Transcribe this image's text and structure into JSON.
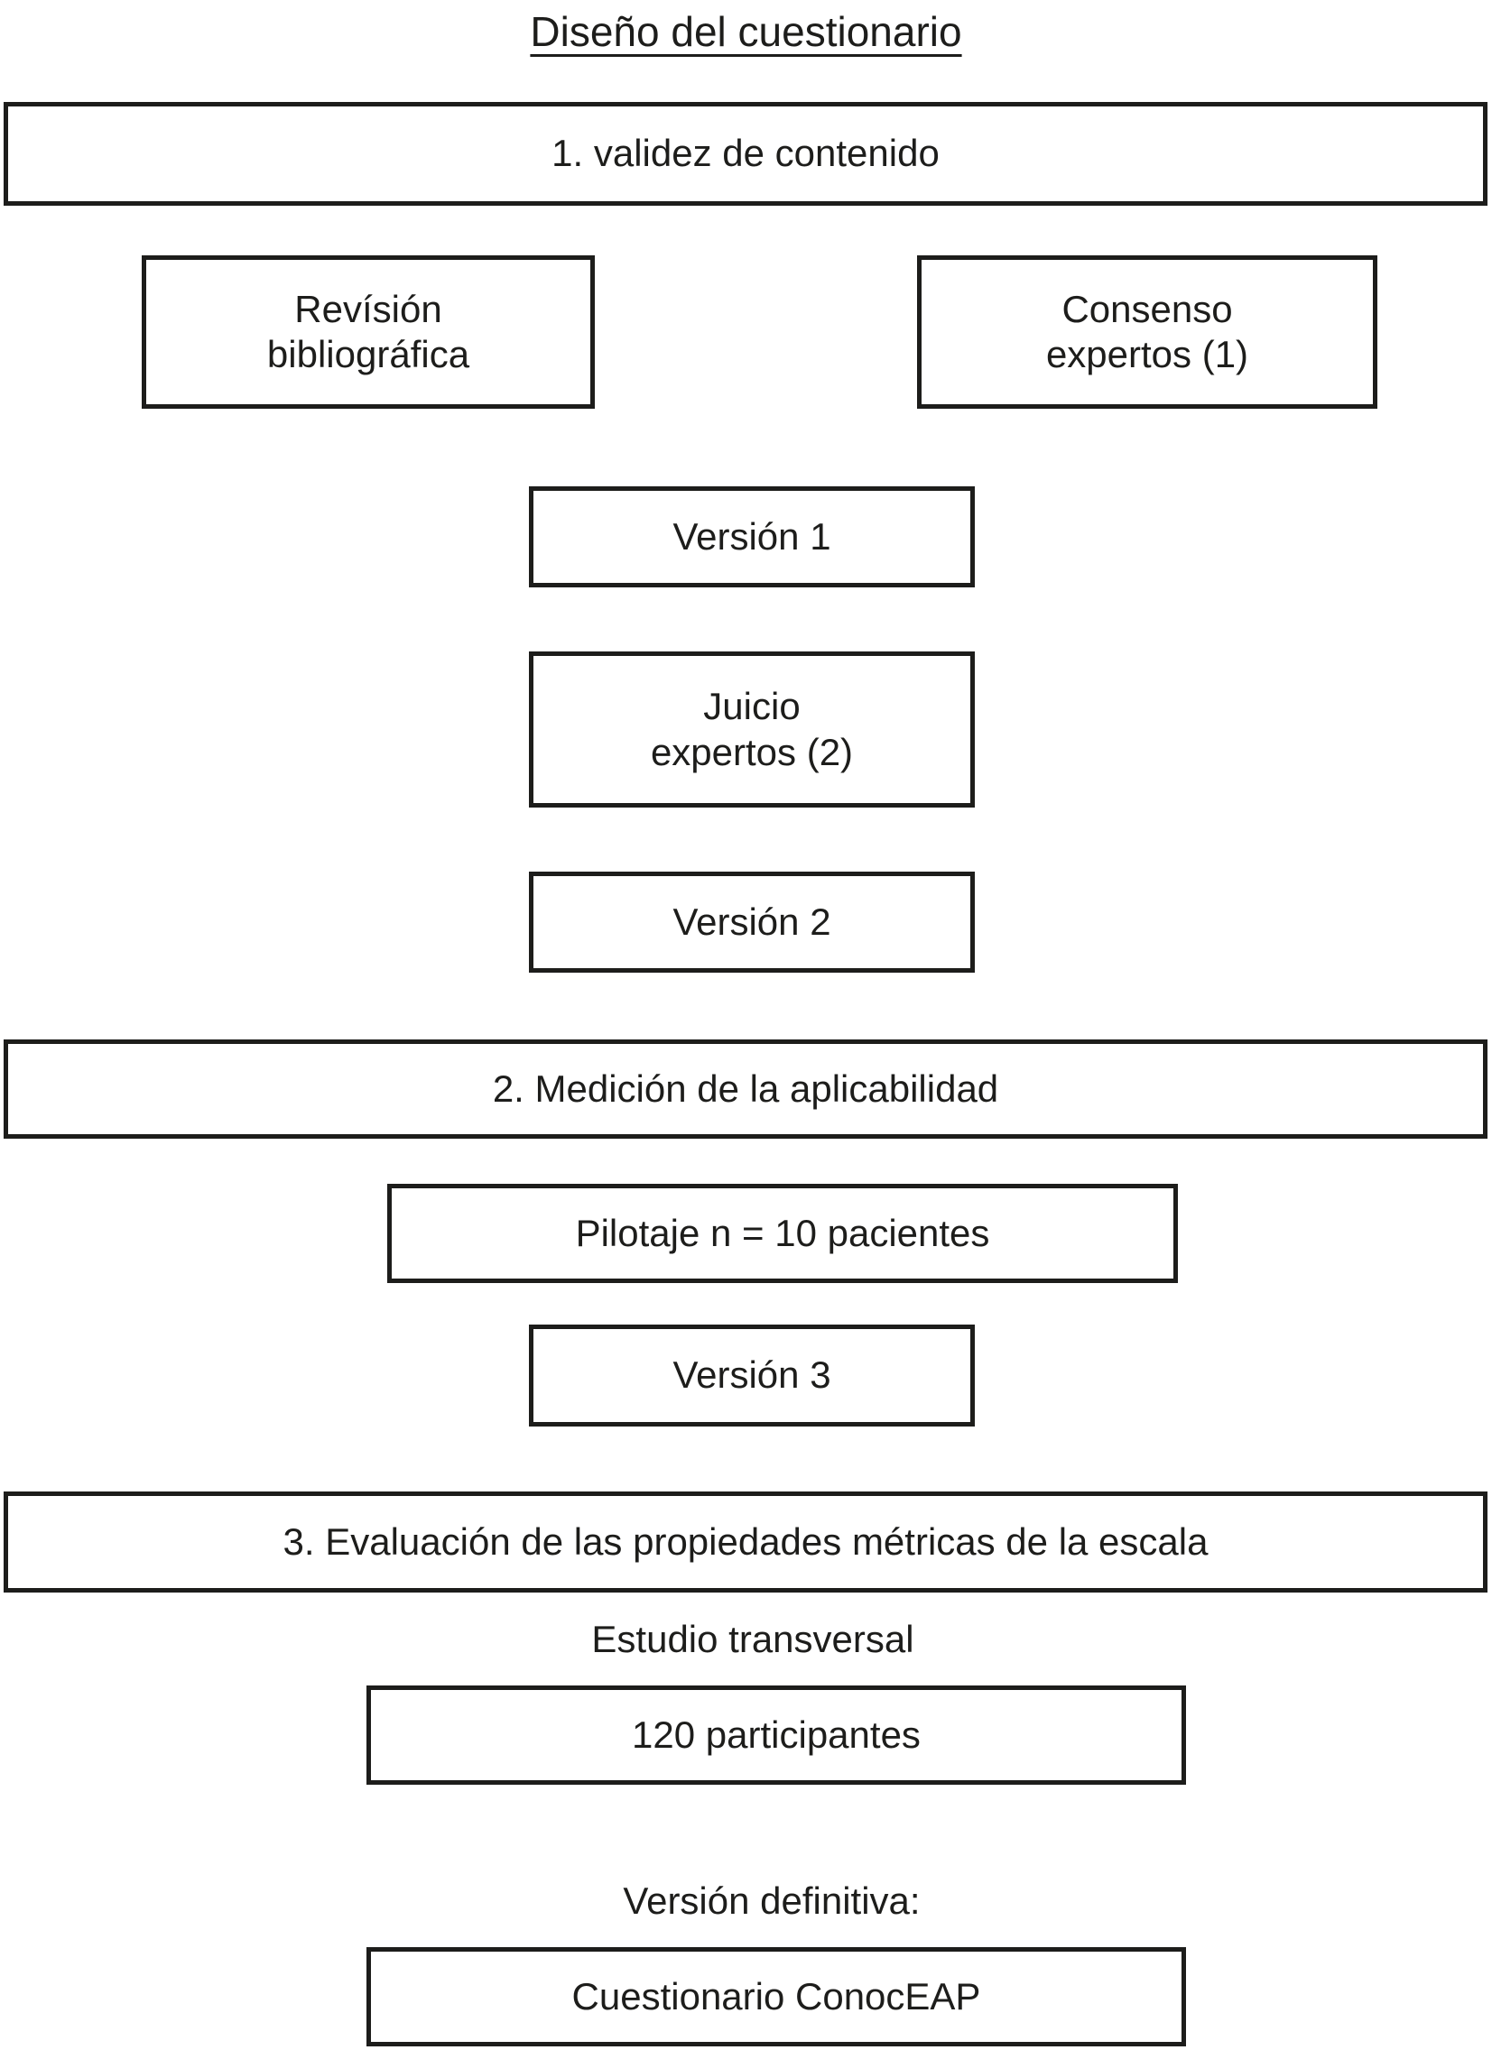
{
  "title": "Diseño del cuestionario",
  "colors": {
    "ink": "#1d1d1b",
    "background": "#ffffff"
  },
  "nodes": {
    "phase1": "1. validez de contenido",
    "literature_review": "Revísión\nbibliográfica",
    "expert_consensus": "Consenso\nexpertos (1)",
    "version1": "Versión 1",
    "expert_judgement": "Juicio\nexpertos (2)",
    "version2": "Versión 2",
    "phase2": "2. Medición de la aplicabilidad",
    "pilot": "Pilotaje n = 10 pacientes",
    "version3": "Versión 3",
    "phase3": "3. Evaluación de las propiedades métricas de la escala",
    "study": "Estudio transversal",
    "participants": "120 participantes",
    "final_version": "Versión definitiva:",
    "questionnaire": "Cuestionario ConocEAP"
  }
}
